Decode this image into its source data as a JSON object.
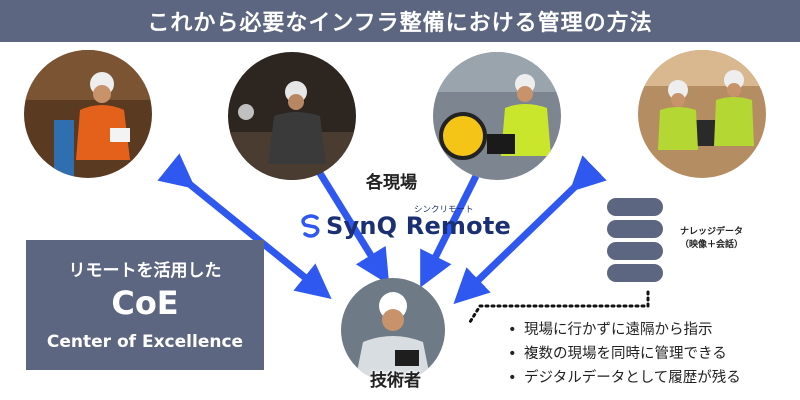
{
  "header": {
    "title": "これから必要なインフラ整備における管理の方法"
  },
  "sites": {
    "label": "各現場"
  },
  "brand": {
    "kana": "シンクリモート",
    "name": "SynQ Remote",
    "icon": "synq-logo-icon"
  },
  "coe": {
    "line1": "リモートを活用した",
    "line2": "CoE",
    "line3": "Center of Excellence"
  },
  "engineer": {
    "label": "技術者"
  },
  "database": {
    "label_line1": "ナレッジデータ",
    "label_line2": "（映像＋会話）",
    "icon": "database-icon"
  },
  "benefits": [
    "現場に行かずに遠隔から指示",
    "複数の現場を同時に管理できる",
    "デジタルデータとして履歴が残る"
  ],
  "colors": {
    "accent": "#2f58f0",
    "header": "#5d6680",
    "brand": "#1b2f73"
  }
}
